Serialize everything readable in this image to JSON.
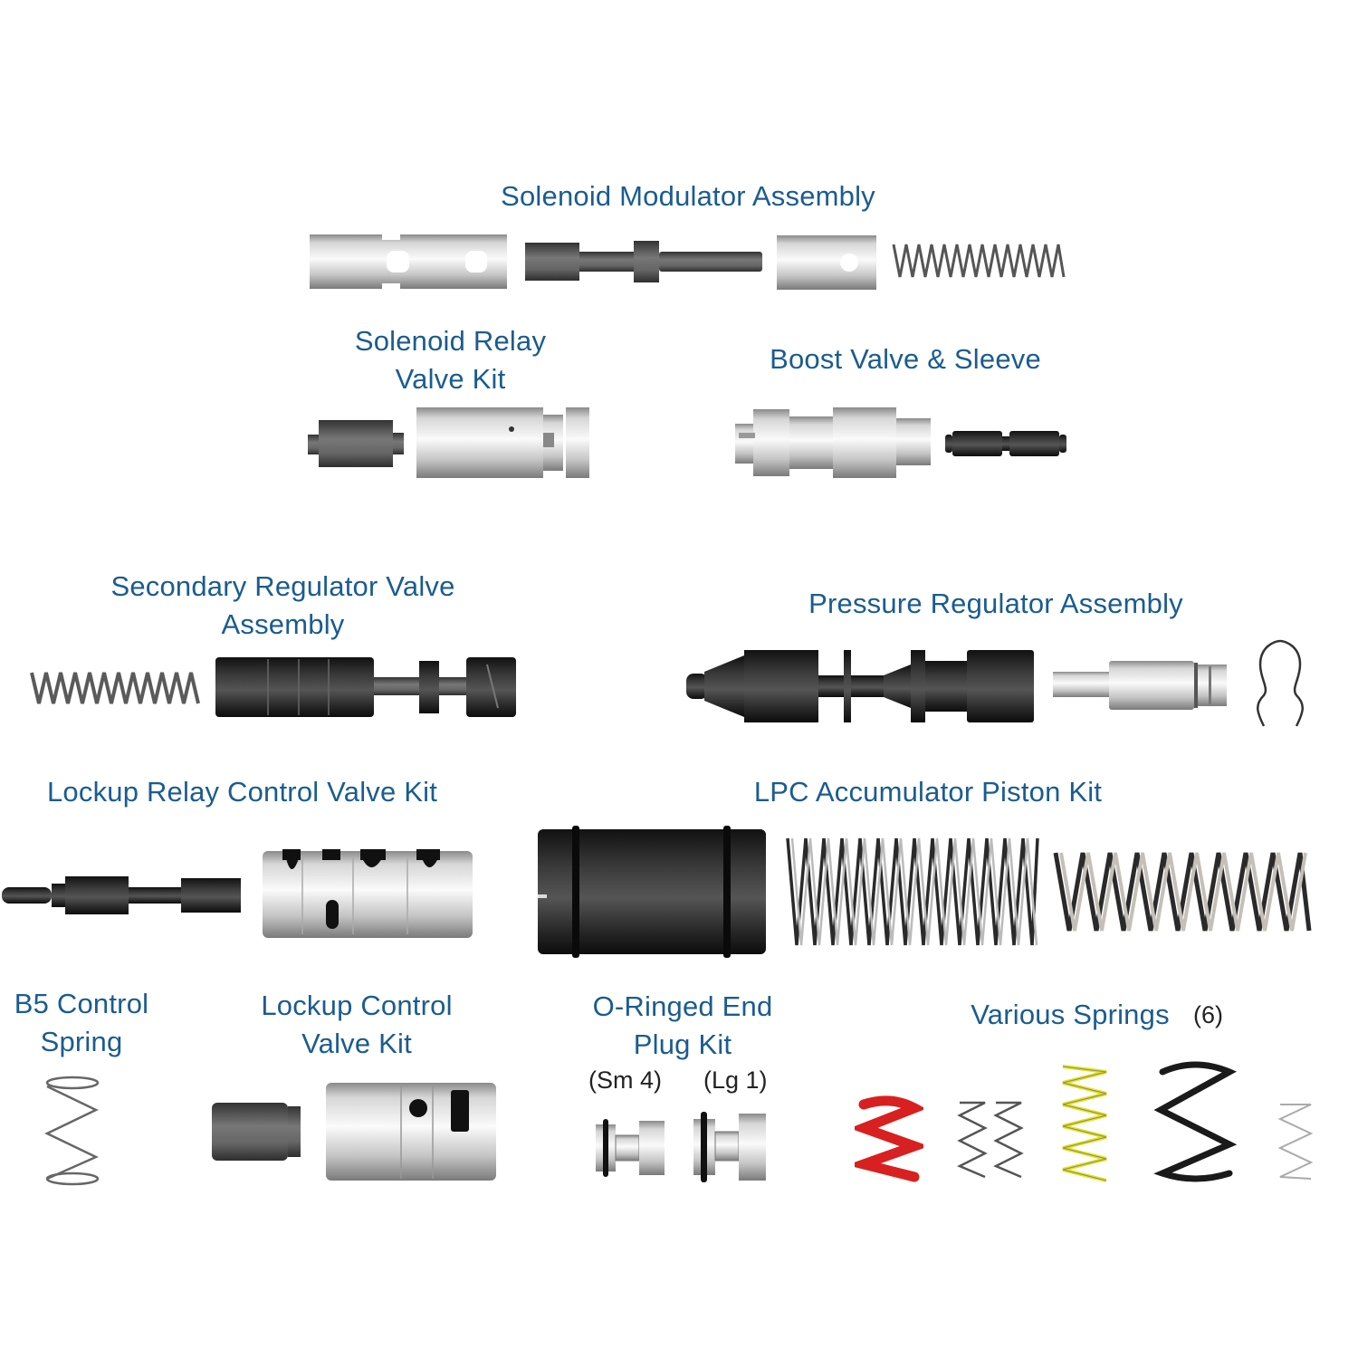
{
  "colors": {
    "label": "#1b5c8f",
    "silver_light": "#f2f2f2",
    "silver_mid": "#b8b8b8",
    "dark_steel": "#2a2a2a",
    "spring_red": "#d82020",
    "spring_yellow": "#e6e62a"
  },
  "groups": {
    "solenoid_modulator": {
      "label": "Solenoid Modulator Assembly"
    },
    "solenoid_relay": {
      "label_line1": "Solenoid Relay",
      "label_line2": "Valve Kit"
    },
    "boost_valve": {
      "label": "Boost Valve & Sleeve"
    },
    "secondary_regulator": {
      "label_line1": "Secondary Regulator Valve",
      "label_line2": "Assembly"
    },
    "pressure_regulator": {
      "label": "Pressure Regulator Assembly"
    },
    "lockup_relay": {
      "label": "Lockup Relay Control Valve Kit"
    },
    "lpc_accumulator": {
      "label": "LPC Accumulator Piston Kit"
    },
    "b5_control": {
      "label_line1": "B5 Control",
      "label_line2": "Spring"
    },
    "lockup_control": {
      "label_line1": "Lockup Control",
      "label_line2": "Valve Kit"
    },
    "o_ringed_plug": {
      "label_line1": "O-Ringed End",
      "label_line2": "Plug Kit",
      "small_qty": "(Sm 4)",
      "large_qty": "(Lg 1)"
    },
    "various_springs": {
      "label": "Various Springs",
      "count": "(6)"
    }
  }
}
